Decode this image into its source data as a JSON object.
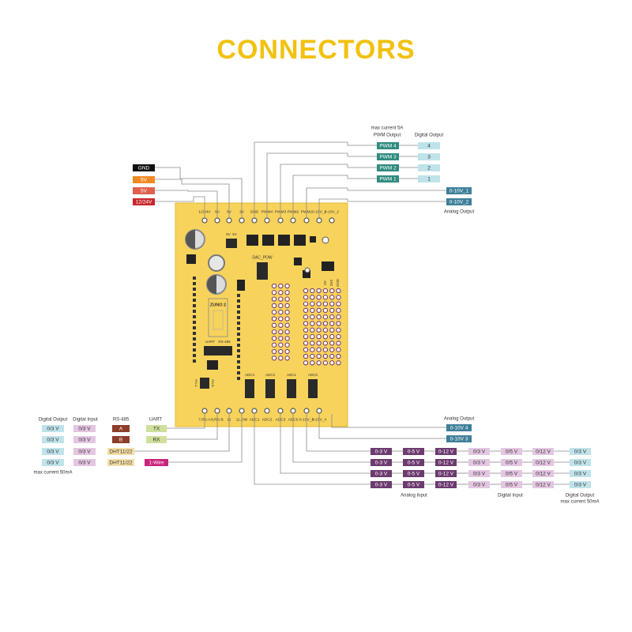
{
  "title": "CONNECTORS",
  "colors": {
    "board": "#f7d35c",
    "board_edge": "#e3b834",
    "line": "#8a8a8a",
    "pwm": "#2e8b7f",
    "analog_out": "#3f7f99",
    "digital_out": "#bfe3ea",
    "digital_in": "#e4c6e2",
    "analog_in": "#6c3b6f",
    "rs485": "#8e3d2b",
    "uart": "#cfe09a",
    "dht": "#f5dfa6",
    "onewire": "#c8247c",
    "gnd": "#111111",
    "v5_orange": "#ef8a22",
    "v5_red": "#e0604f",
    "v12": "#c9272d"
  },
  "power": {
    "gnd": "GND",
    "v5a": "5V",
    "v5b": "5V",
    "v12": "12/24V"
  },
  "top_right": {
    "max_current_note": "max current 5A",
    "pwm_header": "PWM Output",
    "digital_output_header": "Digital Output",
    "pwm": [
      "PWM 4",
      "PWM 3",
      "PWM 2",
      "PWM 1"
    ],
    "digital": [
      "4",
      "3",
      "2",
      "1"
    ],
    "analog": [
      "0-10V_1",
      "0-10V_2"
    ],
    "analog_footer": "Analog Output"
  },
  "top_pins": [
    "12/24V",
    "5V",
    "5V",
    "3V",
    "GND",
    "PWM4",
    "PWM3",
    "PWM2",
    "PWM1",
    "0-10V_1",
    "0-10V_2"
  ],
  "bottom_pins": [
    "7,RS-A",
    "8,RS-B",
    "11",
    "11,OW",
    "ADC1",
    "ADC2",
    "ADC3",
    "ADC0",
    "0-10V_3",
    "0-10V_4"
  ],
  "board": {
    "chip_label": "ZUNO 2",
    "dac_label": "DAC_POW",
    "uart_label": "UART",
    "rs485_label": "RS-485",
    "jumper_5v_a": "5V",
    "jumper_5v_b": "5V",
    "rs_a": "RS-A",
    "rs_b": "RS-B",
    "rail_5v": "5V",
    "rail_3v3": "3V3",
    "rail_gnd": "GND",
    "adc_labels": [
      "ADC3",
      "ADC2",
      "ADC1",
      "ADC0"
    ]
  },
  "bottom_left": {
    "headers": {
      "digital_output": "Digital Output",
      "digital_input": "Digital Input",
      "rs485": "RS-485",
      "uart": "UART"
    },
    "rows": [
      {
        "dout": "0/3 V",
        "din": "0/3 V",
        "mid": "A",
        "mid_kind": "rs485",
        "end": "TX",
        "end_kind": "uart"
      },
      {
        "dout": "0/3 V",
        "din": "0/3 V",
        "mid": "B",
        "mid_kind": "rs485",
        "end": "RX",
        "end_kind": "uart"
      },
      {
        "dout": "0/3 V",
        "din": "0/3 V",
        "mid": "DHT11/22",
        "mid_kind": "dht",
        "end": "",
        "end_kind": ""
      },
      {
        "dout": "0/3 V",
        "din": "0/3 V",
        "mid": "DHT11/22",
        "mid_kind": "dht",
        "end": "1-Wire",
        "end_kind": "onewire"
      }
    ],
    "footer": "max current 50mA"
  },
  "bottom_right": {
    "analog_output_header": "Analog Output",
    "analog": [
      "0-10V 4",
      "0-10V 3"
    ],
    "rows": [
      [
        "0-3 V",
        "0-5 V",
        "0-12 V",
        "0/3 V",
        "0/5 V",
        "0/12 V",
        "0/3 V"
      ],
      [
        "0-3 V",
        "0-5 V",
        "0-12 V",
        "0/3 V",
        "0/5 V",
        "0/12 V",
        "0/3 V"
      ],
      [
        "0-3 V",
        "0-5 V",
        "0-12 V",
        "0/3 V",
        "0/5 V",
        "0/12 V",
        "0/3 V"
      ],
      [
        "0-3 V",
        "0-5 V",
        "0-12 V",
        "0/3 V",
        "0/5 V",
        "0/12 V",
        "0/3 V"
      ]
    ],
    "footers": {
      "analog_input": "Analog Input",
      "digital_input": "Digital Input",
      "digital_output": "Digital Output",
      "max_current": "max current 50mA"
    }
  }
}
